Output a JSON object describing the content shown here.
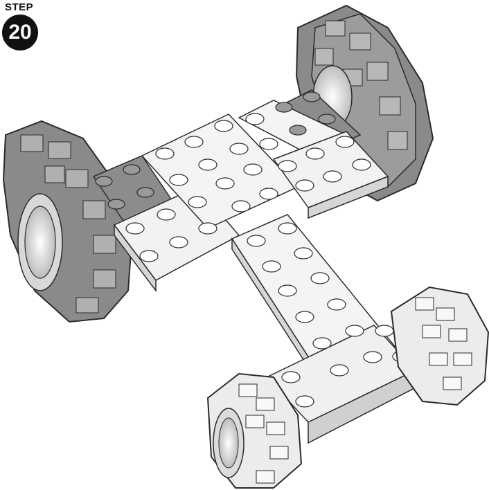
{
  "step": {
    "label": "STEP",
    "number": "20"
  },
  "colors": {
    "stroke": "#2a2a2a",
    "white_brick": "#f4f4f4",
    "white_brick_side": "#d6d6d6",
    "dark_plate": "#8c8c8c",
    "dark_plate_side": "#6e6e6e",
    "tire_dark": "#7a7a7a",
    "tire_light": "#ececec",
    "badge": "#111111"
  },
  "icons": {
    "step_badge": "filled-circle"
  }
}
